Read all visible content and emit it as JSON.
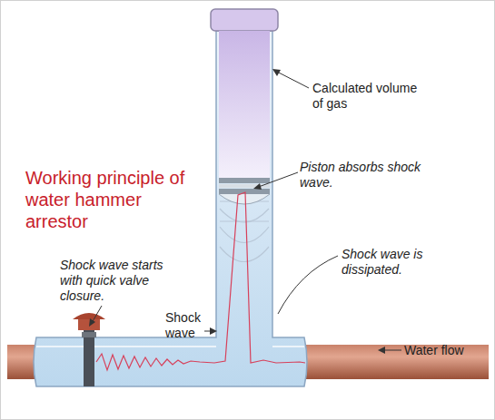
{
  "diagram": {
    "title": "Working principle of water hammer arrestor",
    "labels": [
      "Calculated volume of gas",
      "Piston absorbs shock wave.",
      "Shock wave is dissipated.",
      "Shock wave starts with quick valve closure.",
      "Shock wave",
      "Water flow"
    ]
  }
}
